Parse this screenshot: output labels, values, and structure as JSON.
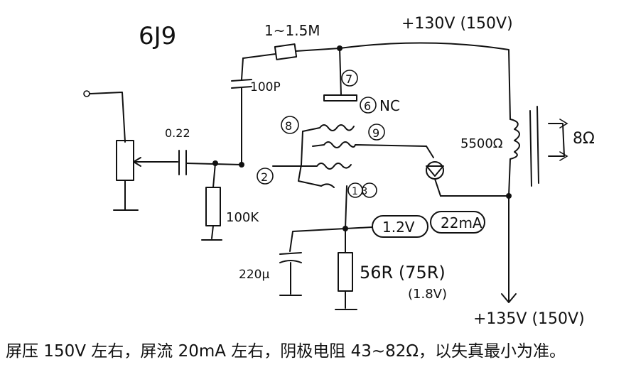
{
  "title": "6J9",
  "supply_top": "+130V (150V)",
  "supply_bottom": "+135V (150V)",
  "components": {
    "r_plate_top": "1~1.5M",
    "c_feedback": "100P",
    "c_input": "0.22",
    "r_grid": "100K",
    "c_cathode": "220μ",
    "r_cathode": "56R (75R)",
    "r_cathode_volt": "(1.8V)",
    "cathode_volt_badge": "1.2V",
    "cathode_current_badge": "22mA",
    "transformer": "5500Ω",
    "speaker": "8Ω"
  },
  "pins": {
    "p7": "7",
    "p6": "6",
    "p6_label": "NC",
    "p8": "8",
    "p9": "9",
    "p2": "2",
    "p13": "1 3"
  },
  "footer_note": "屏压 150V 左右，屏流 20mA 左右，阴极电阻 43~82Ω，以失真最小为准。"
}
